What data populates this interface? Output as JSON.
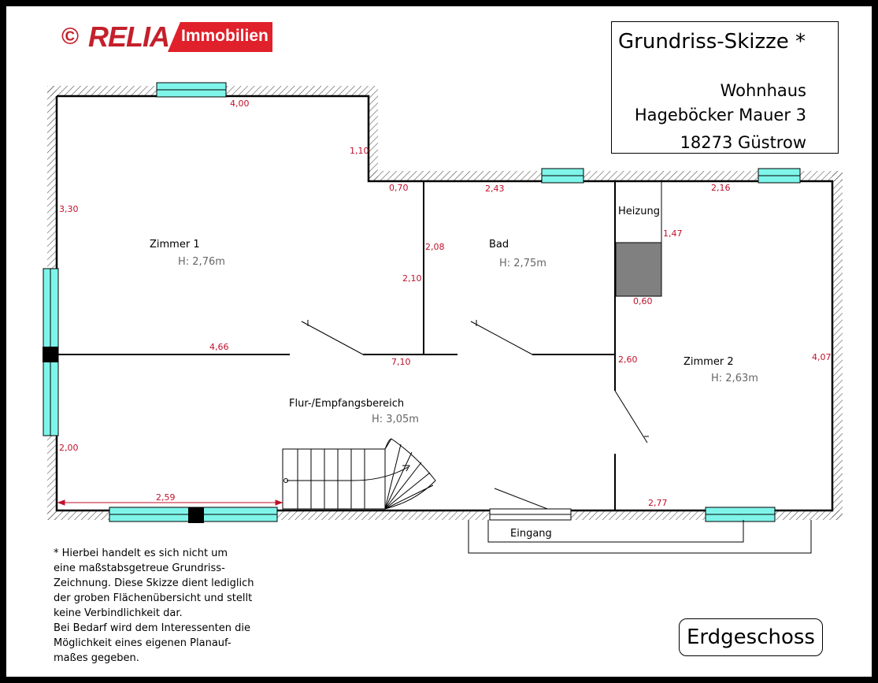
{
  "brand": {
    "copyright_mark": "©",
    "name": "RELIA",
    "sub": "Immobilien",
    "colors": {
      "red": "#c4202b",
      "band": "#e0202a"
    }
  },
  "title": {
    "main": "Grundriss-Skizze *",
    "lines": [
      "Wohnhaus",
      "Hageböcker Mauer 3",
      "18273 Güstrow"
    ]
  },
  "rooms": [
    {
      "name": "Zimmer 1",
      "height": "H: 2,76m"
    },
    {
      "name": "Bad",
      "height": "H: 2,75m"
    },
    {
      "name": "Zimmer 2",
      "height": "H: 2,63m"
    },
    {
      "name": "Flur-/Empfangsbereich",
      "height": "H: 3,05m"
    },
    {
      "name": "Heizung",
      "height": ""
    }
  ],
  "dimensions": [
    "4,00",
    "1,10",
    "0,70",
    "2,43",
    "2,16",
    "3,30",
    "2,08",
    "2,10",
    "1,47",
    "0,60",
    "4,66",
    "7,10",
    "2,60",
    "4,07",
    "2,00",
    "2,59",
    "2,77"
  ],
  "entrance": "Eingang",
  "note_lines": [
    "* Hierbei handelt es sich nicht um",
    "eine maßstabsgetreue Grundriss-",
    "Zeichnung. Diese Skizze dient lediglich",
    "der groben Flächenübersicht und stellt",
    "keine Verbindlichkeit dar.",
    "Bei Bedarf wird dem Interessenten die",
    "Möglichkeit eines eigenen Planauf-",
    "maßes gegeben."
  ],
  "level": "Erdgeschoss",
  "colors": {
    "dimension": "#c0102a",
    "window": "#7ff5ea",
    "hatch": "#555555",
    "chimney": "#808080",
    "label_gray": "#666666"
  }
}
